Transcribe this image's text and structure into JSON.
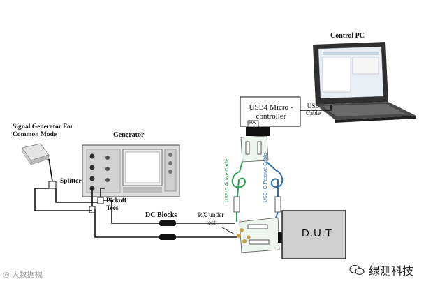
{
  "labels": {
    "control_pc": "Control PC",
    "microcontroller_line1": "USB4 Micro -",
    "microcontroller_line2": "controller",
    "pa_tag": "PA",
    "usb_line1": "USB",
    "usb_line2": "Cable",
    "signal_gen_line1": "Signal Generator For",
    "signal_gen_line2": "Common Mode",
    "generator": "Generator",
    "splitter": "Splitter",
    "pickoff_line1": "Pickoff",
    "pickoff_line2": "Tees",
    "dc_blocks": "DC Blocks",
    "rx_line1": "RX under",
    "rx_line2": "test",
    "dut": "D.U.T",
    "active_cable": "USB-C Active Cable",
    "passive_cable": "USB- C Passive Cable"
  },
  "watermarks": {
    "left": "大数据视",
    "right": "绿测科技"
  },
  "colors": {
    "active_cable": "#2e9e57",
    "passive_cable": "#2c6fb3",
    "line": "#111111",
    "dut_fill": "#c9c9c9",
    "pc_body": "#3a3a3a"
  }
}
